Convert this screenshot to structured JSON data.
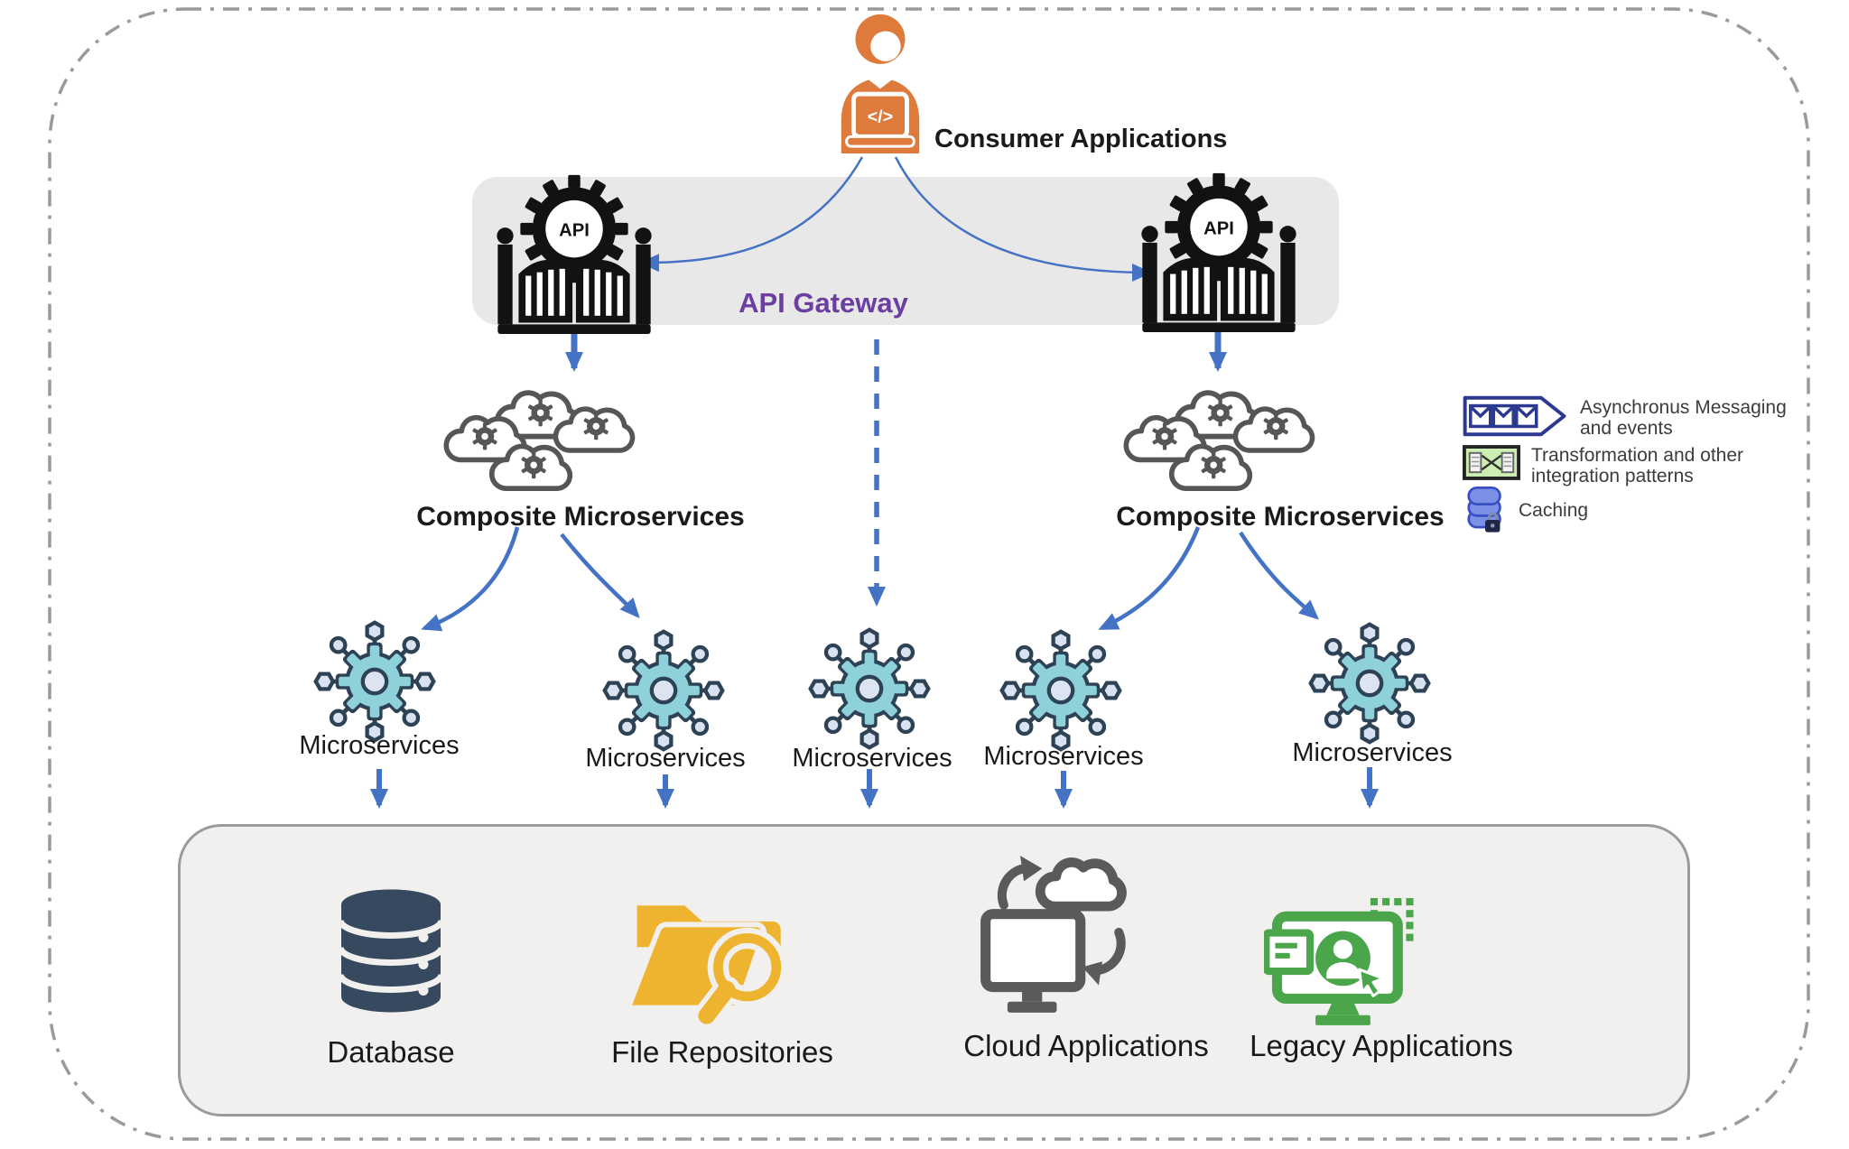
{
  "nodes": {
    "consumer": {
      "label": "Consumer Applications",
      "icon_text": "</>"
    },
    "api_gateway": {
      "label": "API Gateway",
      "icon_text": "API"
    },
    "composite_left": {
      "label": "Composite Microservices"
    },
    "composite_right": {
      "label": "Composite Microservices"
    },
    "microservices": [
      {
        "label": "Microservices"
      },
      {
        "label": "Microservices"
      },
      {
        "label": "Microservices"
      },
      {
        "label": "Microservices"
      },
      {
        "label": "Microservices"
      }
    ],
    "backends": [
      {
        "label": "Database"
      },
      {
        "label": "File Repositories"
      },
      {
        "label": "Cloud Applications"
      },
      {
        "label": "Legacy Applications"
      }
    ]
  },
  "legend": {
    "items": [
      {
        "line1": "Asynchronus Messaging",
        "line2": "and events"
      },
      {
        "line1": "Transformation and other",
        "line2": "integration patterns"
      },
      {
        "line1": "Caching",
        "line2": ""
      }
    ]
  },
  "colors": {
    "arrow_blue": "#4472C4",
    "gateway_purple": "#6B3FA0",
    "consumer_orange": "#DE7A3B",
    "microservice_teal": "#8FD1D8",
    "microservice_outline": "#2E4256",
    "database_slate": "#36495E",
    "folder_amber": "#EFB42F",
    "cloud_gray": "#5A5A5A",
    "legacy_green": "#4BA64B",
    "legend_navy": "#2B3990",
    "band_gray": "#E9E8E8"
  }
}
